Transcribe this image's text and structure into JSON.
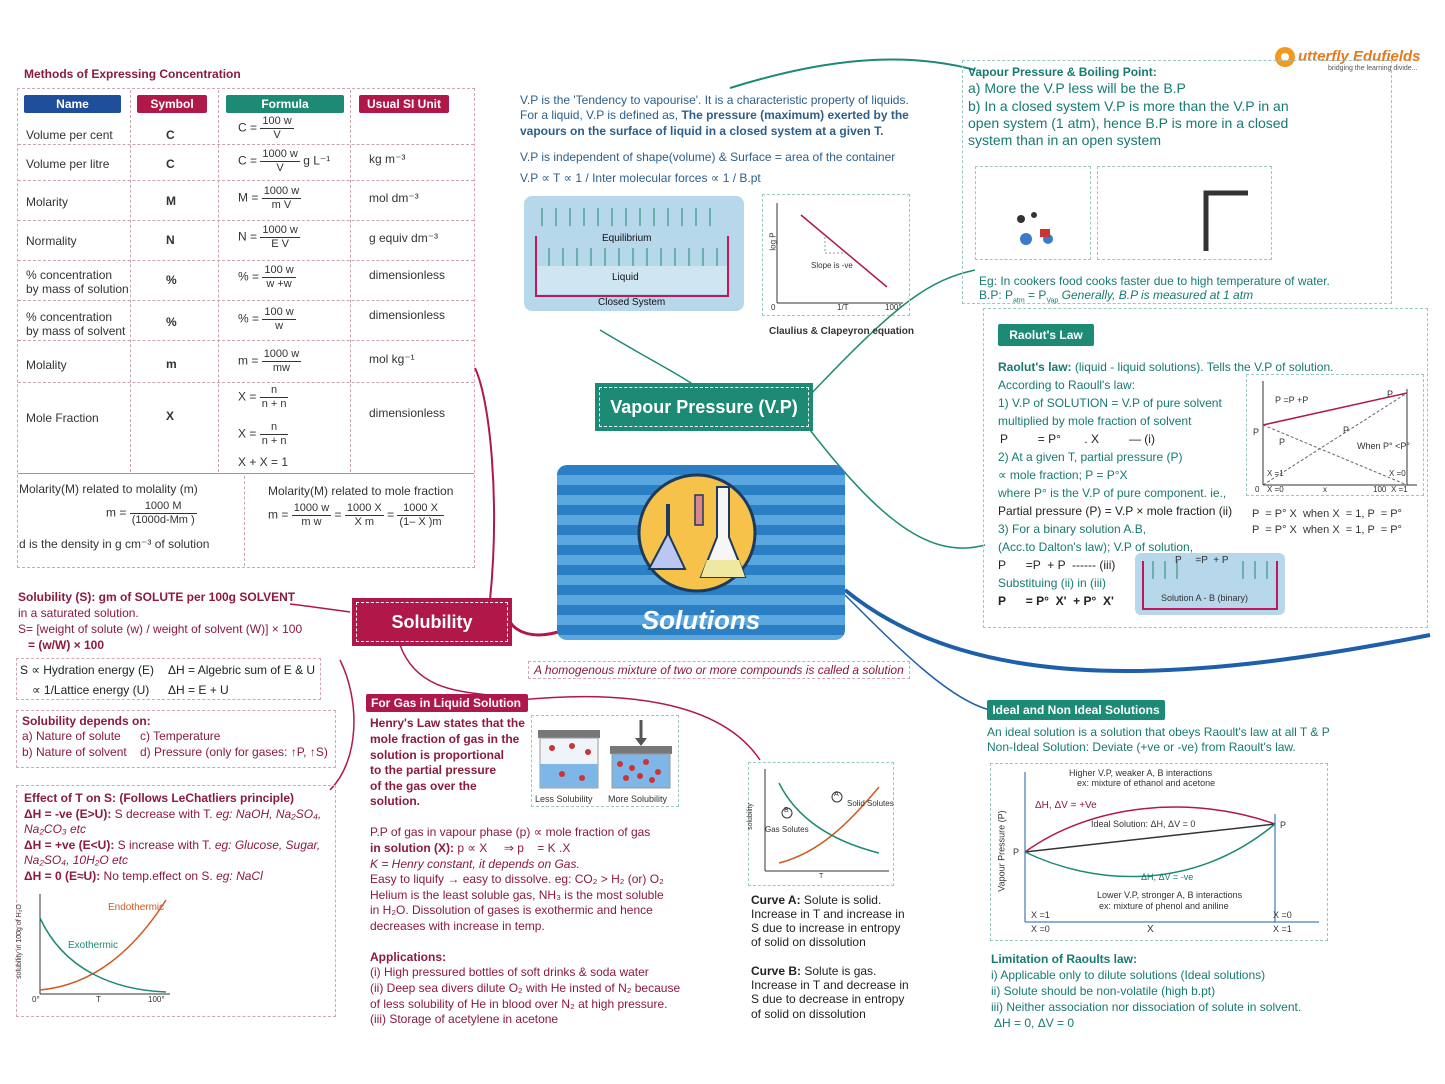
{
  "brand": {
    "name": "utterfly Edufields",
    "tagline": "bridging the learning divide..."
  },
  "center": {
    "title": "Solutions",
    "vp_title": "Vapour Pressure (V.P)",
    "solubility_title": "Solubility",
    "definition": "A homogenous mixture of two or more compounds is called a solution"
  },
  "concentration": {
    "title": "Methods of Expressing Concentration",
    "headers": [
      "Name",
      "Symbol",
      "Formula",
      "Usual SI Unit"
    ],
    "rows": [
      {
        "name": "Volume per cent",
        "symbol": "C",
        "lhs": "C =",
        "num": "100 w",
        "den": "V",
        "unit": ""
      },
      {
        "name": "Volume per litre",
        "symbol": "C",
        "lhs": "C =",
        "num": "1000 w",
        "den": "V",
        "tail": "g L⁻¹",
        "unit": "kg m⁻³"
      },
      {
        "name": "Molarity",
        "symbol": "M",
        "lhs": "M =",
        "num": "1000 w",
        "den": "m V",
        "unit": "mol dm⁻³"
      },
      {
        "name": "Normality",
        "symbol": "N",
        "lhs": "N =",
        "num": "1000 w",
        "den": "E V",
        "unit": "g equiv dm⁻³"
      },
      {
        "name": "% concentration\nby mass of solution",
        "symbol": "%",
        "lhs": "% =",
        "num": "100 w",
        "den": "w +w",
        "unit": "dimensionless"
      },
      {
        "name": "% concentration\nby mass of solvent",
        "symbol": "%",
        "lhs": "% =",
        "num": "100 w",
        "den": "w",
        "unit": "dimensionless"
      },
      {
        "name": "Molality",
        "symbol": "m",
        "lhs": "m =",
        "num": "1000 w",
        "den": "mw",
        "unit": "mol  kg⁻¹"
      },
      {
        "name": "Mole Fraction",
        "symbol": "X",
        "lhs": "X =",
        "num": "n",
        "den": "n + n",
        "unit": "dimensionless"
      }
    ],
    "mf_lhs2": "X =",
    "mf_num2": "n",
    "mf_den2": "n + n",
    "mf_sum": "X + X  =  1",
    "molality_rel_title": "Molarity(M) related to molality (m)",
    "molality_rel_lhs": "m =",
    "molality_rel_num": "1000 M",
    "molality_rel_den": "(1000d-Mm )",
    "density_note": "d is the density in g cm⁻³ of solution",
    "molefrac_rel_title": "Molarity(M) related to mole fraction",
    "molefrac_rel_lhs": "m =",
    "molefrac_rel_num1": "1000 w",
    "molefrac_rel_den1": "m w",
    "molefrac_rel_num2": "1000 X",
    "molefrac_rel_den2": "X  m",
    "molefrac_rel_num3": "1000 X",
    "molefrac_rel_den3": "(1– X )m"
  },
  "vp": {
    "def1": "V.P is the 'Tendency to vapourise'. It is a characteristic property of liquids.",
    "def2a": "For a liquid, V.P is defined as, ",
    "def2b": "The pressure (maximum) exerted by the",
    "def3": "vapours on the surface of liquid in a closed system at a given T.",
    "indep": "V.P is independent of shape(volume) & Surface = area of the container",
    "prop": "V.P ∝ T ∝ 1 / Inter molecular forces ∝ 1 / B.pt",
    "eq_label": "Equilibrium",
    "liquid_label": "Liquid",
    "closed_label": "Closed System",
    "clausius_label": "Claulius & Clapeyron equation",
    "slope_label": "Slope is -ve",
    "logp": "log P",
    "inv_t": "1/T",
    "x0": "0",
    "x100": "100°"
  },
  "bp": {
    "title": "Vapour Pressure & Boiling Point:",
    "a": "a) More the V.P less will be the B.P",
    "b1": "b) In a closed system V.P is more than the V.P in an",
    "b2": "open system (1 atm), hence B.P is more in a closed",
    "b3": "system than in an open system",
    "eg1": "Eg: In cookers food cooks faster due to high temperature of water.",
    "eg2a": "B.P: P",
    "eg2b": " = P",
    "eg2c": " Generally, B.P is measured at 1 atm",
    "sub_atm": "atm",
    "sub_vap": "Vap"
  },
  "raoult": {
    "tag": "Raolut's Law",
    "l1a": "Raolut's law:",
    "l1b": " (liquid - liquid solutions). Tells the V.P of solution.",
    "l2": "According to Raoull's law:",
    "l3": "1) V.P of SOLUTION = V.P of pure solvent",
    "l4": "multiplied by mole fraction of solvent",
    "l5": "P         = P°       . X         — (i)",
    "l6": "2) At a given T, partial pressure (P)",
    "l7": "∝ mole fraction; P = P°X",
    "l8": "where P° is the V.P of pure component.  ie.,",
    "l9": "Partial pressure (P) = V.P × mole fraction (ii)",
    "l10": "3) For a binary solution A.B,",
    "l11": "(Acc.to Dalton's law); V.P of solution,",
    "l12": "P      =P  + P  ------ (iii)",
    "l13": "Substituing (ii) in (iii)",
    "l14": "P      = P°  X'  + P°  X'",
    "beaker_top": "P     =P  + P",
    "beaker_label": "Solution A - B (binary)",
    "graph_ptot": "P    =P +P",
    "graph_pb": "P",
    "graph_pa": "P",
    "graph_pb2": "P",
    "graph_pa2": "P",
    "graph_when": "When P° <P°",
    "graph_xa1": "X =1",
    "graph_xa0": "X =0",
    "graph_xb0": "X =0",
    "graph_xb1": "X =1",
    "graph_x": "x",
    "graph_0": "0",
    "graph_100": "100",
    "eqA": "P  = P° X  when X  = 1, P  = P°",
    "eqB": "P  = P° X  when X  = 1, P  = P°"
  },
  "ideal": {
    "tag": "Ideal and Non Ideal Solutions",
    "l1": "An ideal solution is a solution that obeys Raoult's law at all T & P",
    "l2": "Non-Ideal Solution: Deviate (+ve or -ve) from Raoult's law.",
    "g_top1": "Higher V.P, weaker A, B interactions",
    "g_top2": "ex: mixture of ethanol and acetone",
    "g_pos": "ΔH, ΔV = +Ve",
    "g_ideal": "Ideal Solution: ΔH, ΔV = 0",
    "g_neg": "ΔH, ΔV = -ve",
    "g_bot1": "Lower V.P, stronger A, B interactions",
    "g_bot2": "ex: mixture of phenol and aniline",
    "g_ylabel": "Vapour Pressure (P)",
    "g_pa": "P",
    "g_pb": "P",
    "g_x": "X",
    "g_xa1": "X =1",
    "g_xb0": "X =0",
    "g_xa0": "X =0",
    "g_xb1": "X =1",
    "lim_title": "Limitation of Raoults law:",
    "lim1": "i) Applicable only to dilute solutions (Ideal solutions)",
    "lim2": "ii) Solute should be non-volatile (high b.pt)",
    "lim3": "iii) Neither association nor dissociation of solute in solvent.",
    "lim4": "ΔH = 0, ΔV = 0"
  },
  "solubility": {
    "def1": "Solubility (S): gm of SOLUTE per 100g SOLVENT",
    "def2": "in a saturated solution.",
    "def3": "S= [weight of solute (w) / weight of solvent (W)] × 100",
    "def4": "= (w/W) × 100",
    "hyd1": "S ∝ Hydration energy (E)",
    "hyd2": "ΔH = Algebric sum of E & U",
    "hyd3": "∝ 1/Lattice energy (U)",
    "hyd4": "ΔH = E + U",
    "dep_title": "Solubility depends on:",
    "dep_a": "a) Nature of solute",
    "dep_c": "c) Temperature",
    "dep_b": "b) Nature of solvent",
    "dep_d": "d) Pressure (only for gases: ↑P, ↑S)",
    "eff_title": "Effect of T on S: (Follows LeChatliers principle)",
    "eff1a": "ΔH = -ve (E>U):",
    "eff1b": " S decrease with T. ",
    "eff1c": "eg: NaOH, Na₂SO₄,",
    "eff2": "Na₂CO₃ etc",
    "eff3a": "ΔH = +ve (E<U):",
    "eff3b": " S increase with T. ",
    "eff3c": "eg: Glucose, Sugar,",
    "eff4": "Na₂SO₄, 10H₂O etc",
    "eff5a": "ΔH = 0 (E≈U):",
    "eff5b": " No temp.effect on S. ",
    "eff5c": "eg: NaCl",
    "g_endo": "Endothermic",
    "g_exo": "Exothermic",
    "g_y": "solubility in 100g of H₂O",
    "g_0": "0°",
    "g_t": "T",
    "g_100": "100°"
  },
  "gas": {
    "tag": "For Gas in Liquid Solution",
    "h1": "Henry's Law states that the",
    "h2": "mole fraction of gas in the",
    "h3": "solution is proportional",
    "h4": "to the partial pressure",
    "h5": "of the gas over the",
    "h6": "solution.",
    "less": "Less Solubility",
    "more": "More Solubility",
    "p1": "P.P of gas in vapour phase (p) ∝ mole fraction of gas",
    "p2a": "in solution (X):",
    "p2b": " p ∝ X     ⇒ p    = K .X",
    "p3": "K = Henry constant, it depends on Gas.",
    "p4": "Easy to liquify → easy to dissolve. eg: CO₂ > H₂ (or) O₂",
    "p5": "Helium is the least soluble gas, NH₃ is the most soluble",
    "p6": "in H₂O. Dissolution of gases is exothermic and hence",
    "p7": "decreases with increase in temp.",
    "app_title": "Applications:",
    "app1": "(i) High pressured bottles of soft drinks & soda water",
    "app2": "(ii) Deep sea divers dilute O₂ with He insted of N₂ because",
    "app3": "of less solubility of He in blood over N₂ at high pressure.",
    "app4": "(iii) Storage of acetylene in acetone",
    "c_solid": "Solid Solutes",
    "c_gas": "Gas Solutes",
    "c_y": "solubility",
    "c_t": "T",
    "c_a": "A",
    "c_b": "B",
    "ca_title": "Curve A:",
    "ca1": " Solute is solid.",
    "ca2": "Increase in T and increase in",
    "ca3": "S due to increase in entropy",
    "ca4": "of solid on dissolution",
    "cb_title": "Curve B:",
    "cb1": " Solute is gas.",
    "cb2": "Increase in T and decrease in",
    "cb3": "S due to decrease in entropy",
    "cb4": "of solid on dissolution"
  },
  "colors": {
    "maroon": "#8b1a3b",
    "teal": "#167a72",
    "blue": "#1d5fa8",
    "tagblue": "#1f4f9a",
    "tagred": "#b0184a",
    "taggreen": "#1c8a74"
  }
}
